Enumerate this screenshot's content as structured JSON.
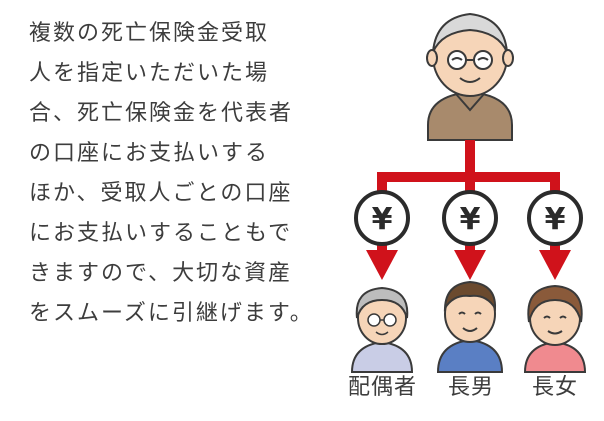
{
  "description": {
    "lines": [
      "複数の死亡保険金受取",
      "人を指定いただいた場",
      "合、死亡保険金を代表者",
      "の口座にお支払いする",
      "ほか、受取人ごとの口座",
      "にお支払いすることもで",
      "きますので、大切な資産",
      "をスムーズに引継げます。"
    ]
  },
  "diagram": {
    "yen_symbol": "¥",
    "recipients": [
      {
        "label": "配偶者"
      },
      {
        "label": "長男"
      },
      {
        "label": "長女"
      }
    ],
    "colors": {
      "arrow": "#d0121b",
      "coin_stroke": "#2b2b2b",
      "grandfather_sweater": "#a88a6c",
      "spouse_clothes": "#c9cde6",
      "son_shirt": "#5a7fc4",
      "daughter_shirt": "#f08a8f",
      "skin": "#f6d5b8"
    }
  }
}
